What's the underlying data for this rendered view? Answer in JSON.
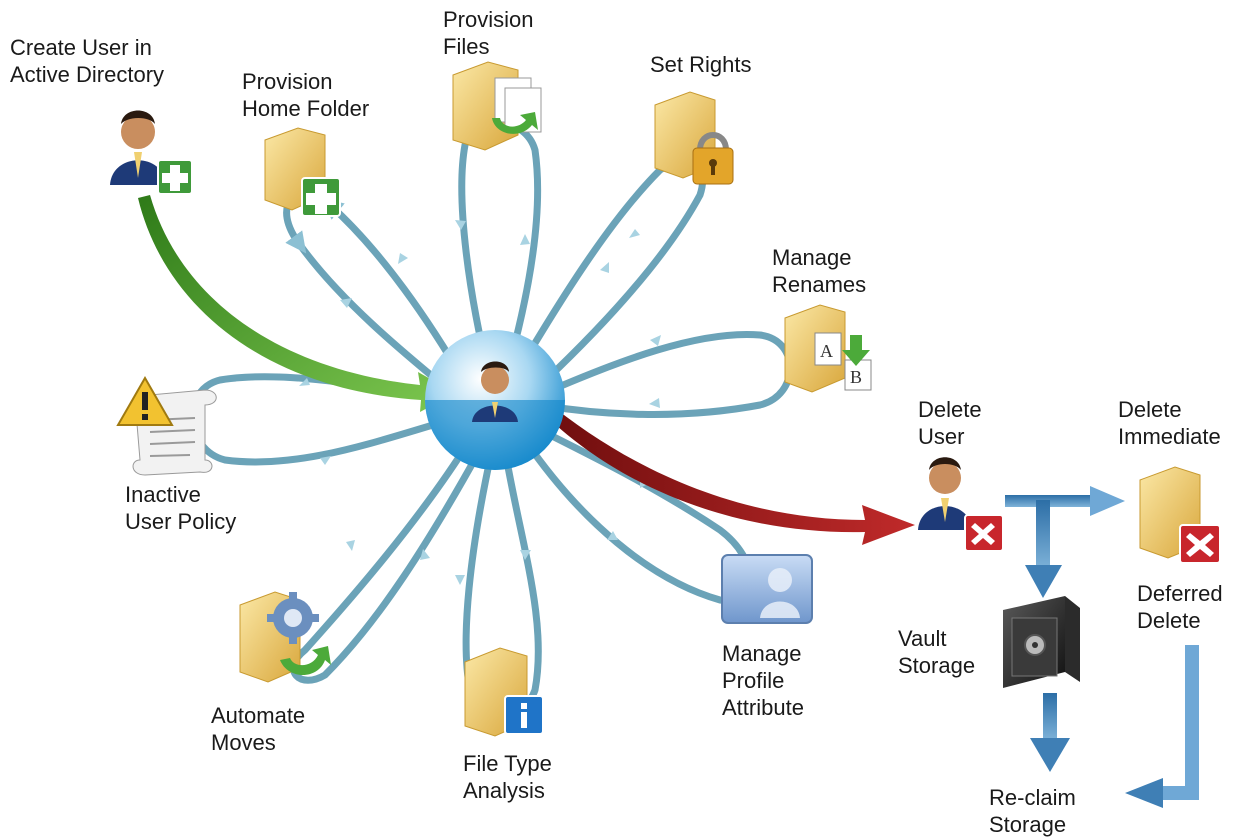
{
  "hub": {
    "icon": "user-globe-icon"
  },
  "nodes": {
    "create_user": {
      "line1": "Create User in",
      "line2": "Active Directory",
      "icon": "user-add-icon"
    },
    "provision_home": {
      "line1": "Provision",
      "line2": "Home Folder",
      "icon": "folder-add-icon"
    },
    "provision_files": {
      "line1": "Provision",
      "line2": "Files",
      "icon": "folder-copy-icon"
    },
    "set_rights": {
      "line1": "Set Rights",
      "icon": "folder-lock-icon"
    },
    "manage_renames": {
      "line1": "Manage",
      "line2": "Renames",
      "icon": "folder-rename-icon"
    },
    "inactive_policy": {
      "line1": "Inactive",
      "line2": "User Policy",
      "icon": "warning-scroll-icon"
    },
    "automate_moves": {
      "line1": "Automate",
      "line2": "Moves",
      "icon": "folder-gear-icon"
    },
    "file_type": {
      "line1": "File Type",
      "line2": "Analysis",
      "icon": "folder-info-icon"
    },
    "manage_profile": {
      "line1": "Manage",
      "line2": "Profile",
      "line3": "Attribute",
      "icon": "profile-card-icon"
    },
    "delete_user": {
      "line1": "Delete",
      "line2": "User",
      "icon": "user-delete-icon"
    },
    "delete_immediate": {
      "line1": "Delete",
      "line2": "Immediate",
      "icon": "folder-delete-icon"
    },
    "deferred_delete": {
      "line1": "Deferred",
      "line2": "Delete"
    },
    "vault_storage": {
      "line1": "Vault",
      "line2": "Storage",
      "icon": "vault-safe-icon"
    },
    "reclaim_storage": {
      "line1": "Re-claim",
      "line2": "Storage"
    }
  },
  "colors": {
    "loop": "#6ba3b8",
    "create_arrow": "#4e9a2a",
    "delete_arrow": "#9e1c1c",
    "flow_arrow": "#3f7fb5",
    "folder": "#eac66b",
    "badge_green": "#3f9a3a",
    "badge_red": "#c8262c"
  }
}
